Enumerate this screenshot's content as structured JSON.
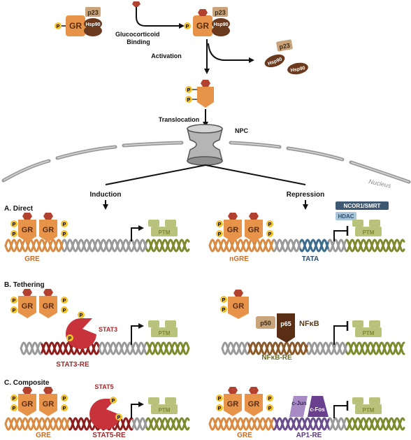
{
  "colors": {
    "gr_orange": "#E8934A",
    "gr_orange_dark": "#C96F2A",
    "p_yellow": "#F2C12E",
    "ligand_red": "#B2412F",
    "hsp90_brown": "#6B3A1E",
    "p23_tan": "#C9A37A",
    "dna_gray": "#9A9A9A",
    "dna_orange": "#D98A43",
    "dna_olive": "#7E8A2E",
    "dna_blue": "#3E6E8E",
    "dna_darkred": "#8E1E1E",
    "dna_brown": "#8A5A2A",
    "dna_purple": "#6B4E8E",
    "ptm_green": "#B9C27A",
    "stat_red": "#C8323A",
    "ncor_blue": "#3E5872",
    "hdac_blue": "#A9C6DA",
    "cjun_purple": "#A88BC4",
    "cfos_purple": "#6A3F8E",
    "p50_tan": "#C9A37A",
    "p65_brown": "#5A2E14",
    "label_orange": "#D2691E",
    "label_red": "#A52A2A",
    "label_blue": "#2F4F6F",
    "label_olive": "#6B6B2A",
    "label_purple": "#5A3A7A"
  },
  "top": {
    "gr": "GR",
    "p23": "p23",
    "hsp90": "Hsp90",
    "p": "P",
    "glucocorticoid_binding": "Glucocorticoid\nBinding",
    "activation": "Activation",
    "translocation": "Translocation",
    "npc": "NPC",
    "nucleus": "Nucleus",
    "induction": "Induction",
    "repression": "Repression"
  },
  "sections": {
    "direct": {
      "title": "A. Direct",
      "gre": "GRE",
      "ngre": "nGRE",
      "tata": "TATA",
      "ncor": "NCOR1/SMRT",
      "hdac": "HDAC",
      "ptm": "PTM"
    },
    "tethering": {
      "title": "B. Tethering",
      "stat3": "STAT3",
      "stat3_re": "STAT3-RE",
      "p50": "p50",
      "p65": "p65",
      "nfkb": "NFκB",
      "nfkb_re": "NFκB-RE",
      "ptm": "PTM"
    },
    "composite": {
      "title": "C. Composite",
      "stat5": "STAT5",
      "stat5_re": "STAT5-RE",
      "gre": "GRE",
      "cjun": "c-Jun",
      "cfos": "c-Fos",
      "ap1_re": "AP1-RE",
      "ptm": "PTM"
    }
  }
}
